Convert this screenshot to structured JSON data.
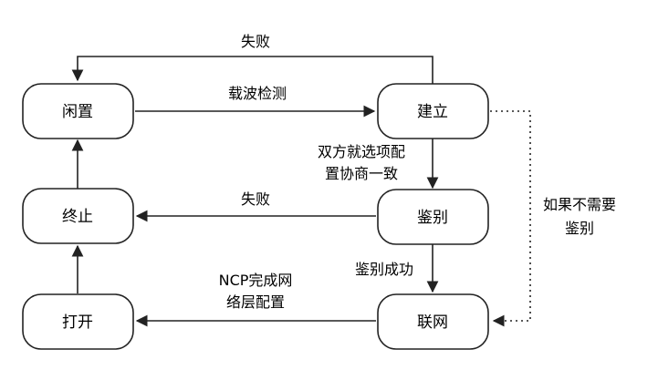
{
  "nodes": {
    "idle": "闲置",
    "establish": "建立",
    "terminate": "终止",
    "authenticate": "鉴别",
    "open": "打开",
    "network": "联网"
  },
  "edges": {
    "establish_to_idle_fail": "失败",
    "idle_to_establish": "载波检测",
    "establish_to_auth_line1": "双方就选项配",
    "establish_to_auth_line2": "置协商一致",
    "auth_to_terminate_fail": "失败",
    "auth_to_network": "鉴别成功",
    "network_to_open_line1": "NCP完成网",
    "network_to_open_line2": "络层配置",
    "skip_auth_line1": "如果不需要",
    "skip_auth_line2": "鉴别"
  }
}
